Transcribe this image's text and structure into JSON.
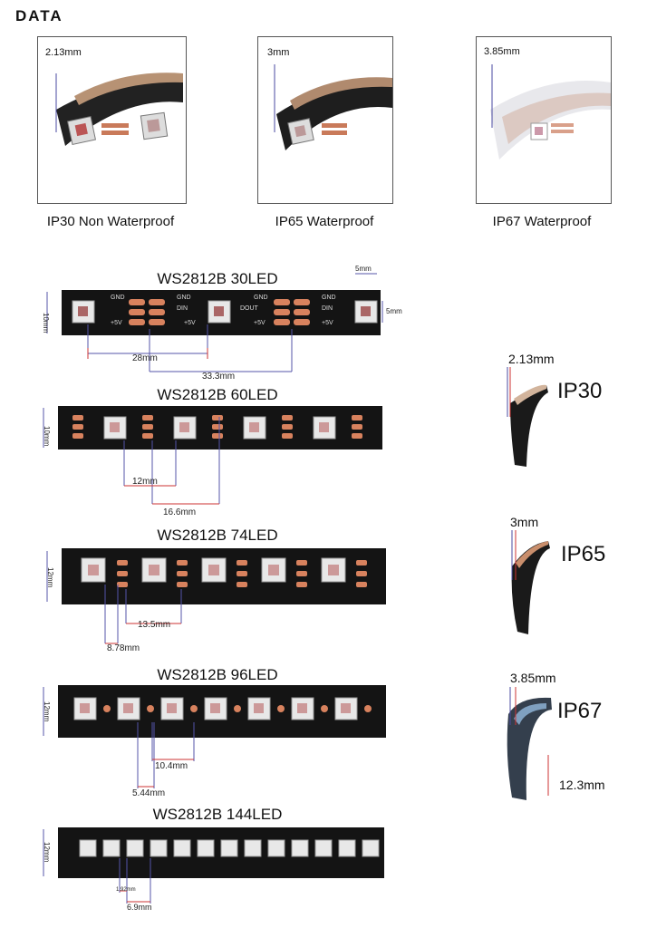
{
  "heading": "DATA",
  "photos": [
    {
      "thickness": "2.13mm",
      "caption": "IP30 Non Waterproof"
    },
    {
      "thickness": "3mm",
      "caption": "IP65 Waterproof"
    },
    {
      "thickness": "3.85mm",
      "caption": "IP67 Waterproof"
    }
  ],
  "strips": [
    {
      "title": "WS2812B 30LED",
      "width": "10mm",
      "dims": [
        "28mm",
        "33.3mm",
        "5mm",
        "5mm"
      ],
      "labels": [
        "GND",
        "DIN",
        "DOUT",
        "+5V"
      ]
    },
    {
      "title": "WS2812B 60LED",
      "width": "10mm",
      "dims": [
        "12mm",
        "16.6mm"
      ]
    },
    {
      "title": "WS2812B 74LED",
      "width": "12mm",
      "dims": [
        "13.5mm",
        "8.78mm"
      ]
    },
    {
      "title": "WS2812B 96LED",
      "width": "12mm",
      "dims": [
        "10.4mm",
        "5.44mm"
      ]
    },
    {
      "title": "WS2812B 144LED",
      "width": "12mm",
      "dims": [
        "1.92mm",
        "6.9mm"
      ]
    }
  ],
  "side": [
    {
      "thickness": "2.13mm",
      "ip": "IP30"
    },
    {
      "thickness": "3mm",
      "ip": "IP65"
    },
    {
      "thickness": "3.85mm",
      "ip": "IP67",
      "width": "12.3mm"
    }
  ]
}
